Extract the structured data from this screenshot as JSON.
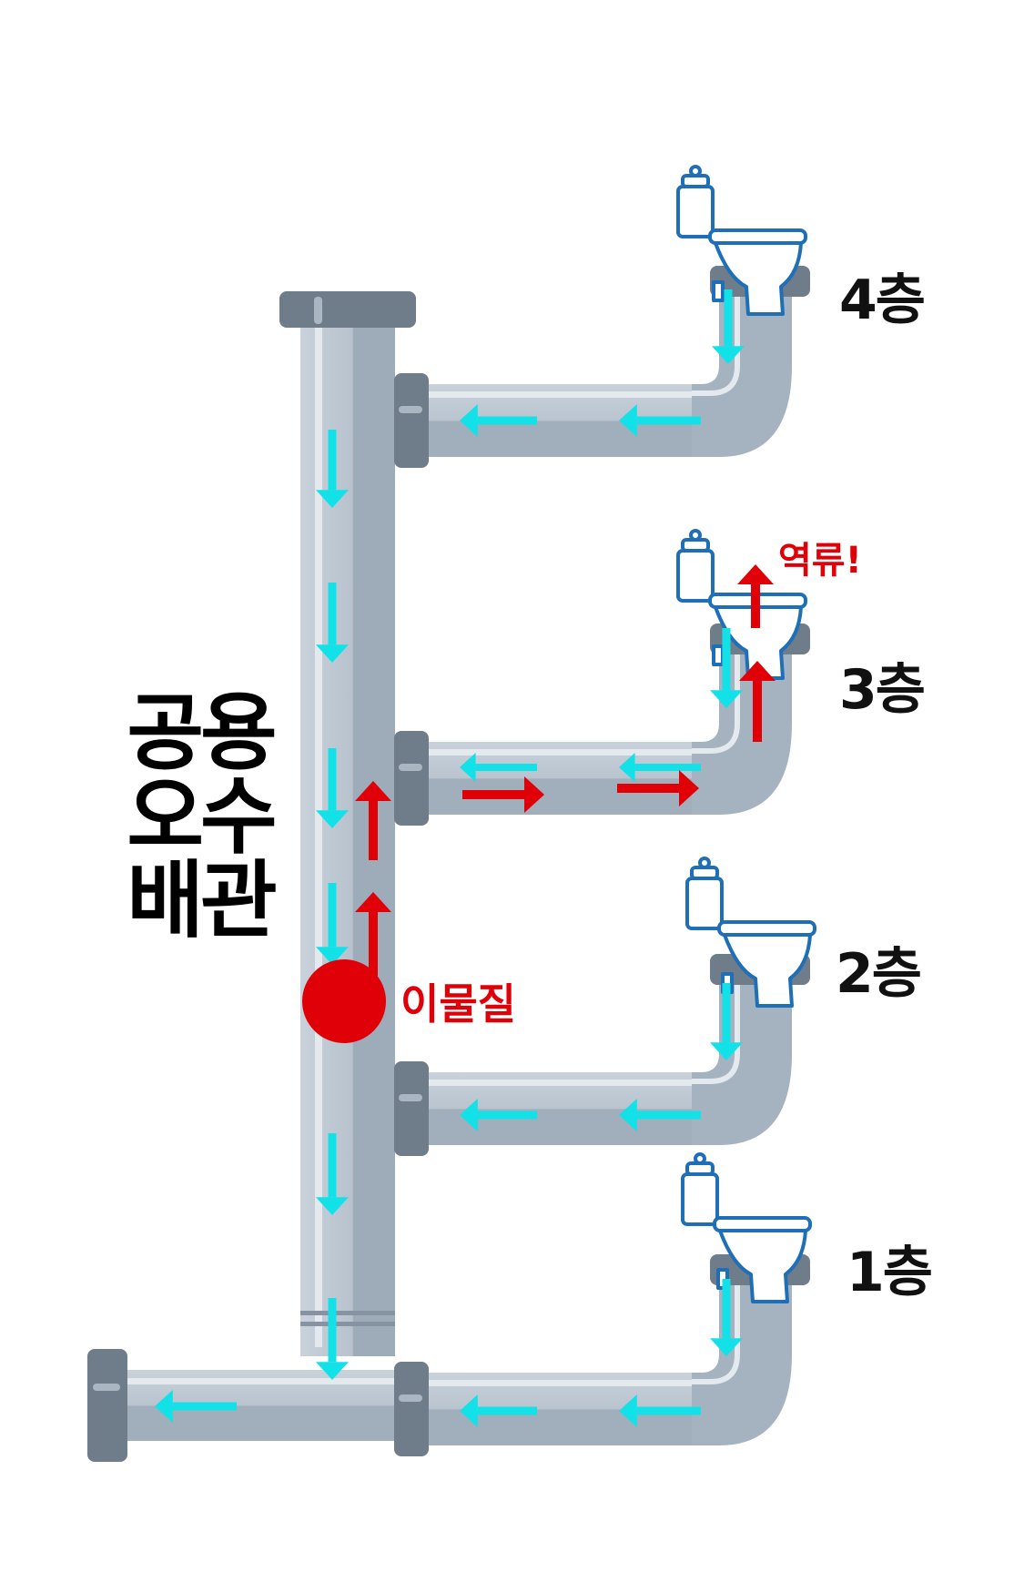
{
  "title_lines": [
    "공용",
    "오수",
    "배관"
  ],
  "floors": [
    {
      "label": "4층",
      "backflow": false
    },
    {
      "label": "3층",
      "backflow": true
    },
    {
      "label": "2층",
      "backflow": false
    },
    {
      "label": "1층",
      "backflow": false
    }
  ],
  "backflow_label": "역류!",
  "blockage_label": "이물질",
  "colors": {
    "pipe_light": "#c4ced8",
    "pipe_mid": "#a5b2c0",
    "pipe_dark": "#8e9cab",
    "fitting": "#6f7c8a",
    "flow_arrow": "#13e1e8",
    "backflow_arrow": "#e00008",
    "blockage": "#e00008",
    "toilet": "#1f6fb8"
  }
}
